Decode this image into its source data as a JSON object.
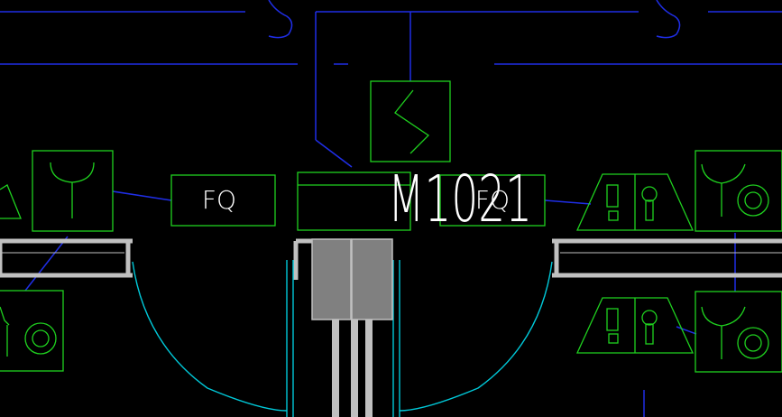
{
  "drawing": {
    "background": "#000000",
    "colors": {
      "wire": "#1f2ee6",
      "device": "#1fd11f",
      "wall": "#c0c0c0",
      "door": "#00c8d8",
      "text": "#ffffff",
      "fill_gray": "#808080"
    },
    "labels": {
      "fq_left": "FQ",
      "fq_right": "FQ",
      "door_tag": "M1021"
    },
    "icons": {
      "switch_box": "s-switch-icon",
      "sensor": "y-sensor-icon",
      "alarm": "alarm-bell-icon"
    }
  }
}
